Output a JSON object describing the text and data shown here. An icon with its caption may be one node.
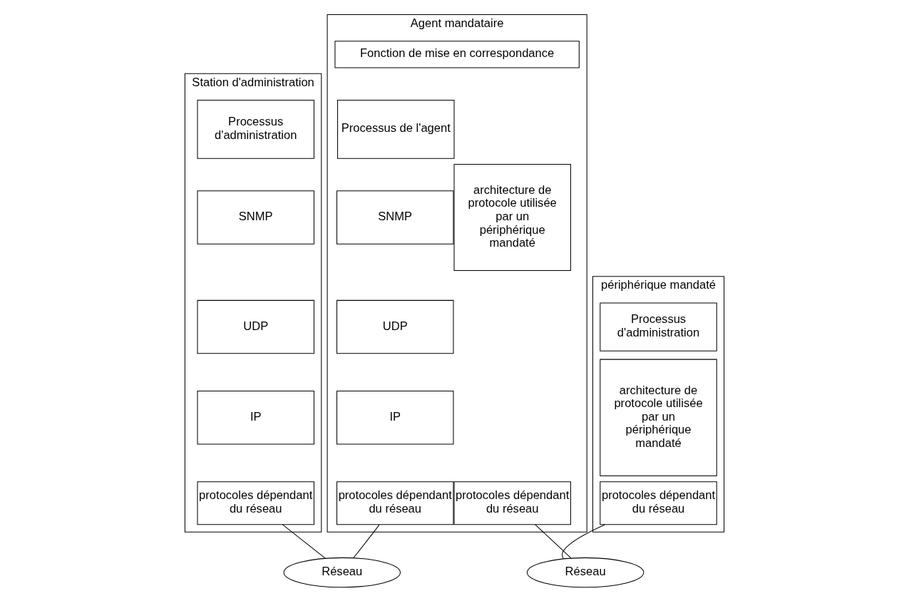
{
  "diagram": {
    "nodes": [
      {
        "text": [
          "Station d'administration"
        ]
      },
      {
        "text": [
          "Processus d'administration"
        ],
        "in": 0
      },
      {
        "text": [
          "SNMP"
        ],
        "in": 0
      },
      {
        "text": [
          "UDP"
        ],
        "in": 0
      },
      {
        "text": [
          "IP"
        ],
        "in": 0
      },
      {
        "text": [
          "protocoles dépendant du réseau"
        ],
        "in": 0
      },
      {
        "text": [
          "Agent mandataire"
        ]
      },
      {
        "text": [
          "Fonction de mise en correspondance"
        ],
        "in": 6
      },
      {
        "text": [
          "Processus de l'agent"
        ],
        "in": 6
      },
      {
        "text": [
          "SNMP"
        ],
        "in": 6
      },
      {
        "text": [
          "UDP"
        ],
        "in": 6
      },
      {
        "text": [
          "IP"
        ],
        "in": 6
      },
      {
        "text": [
          "protocoles dépendant du réseau"
        ],
        "in": 6
      },
      {
        "text": [
          "architecture de protocole utilisée par un périphérique mandaté"
        ],
        "in": 6
      },
      {
        "text": [
          "protocoles dépendant du réseau"
        ],
        "in": 6
      },
      {
        "text": [
          "périphérique mandaté"
        ]
      },
      {
        "text": [
          "Processus d'administration"
        ],
        "in": 15
      },
      {
        "text": [
          "architecture de protocole utilisée par un périphérique mandaté"
        ],
        "in": 15
      },
      {
        "text": [
          "protocoles dépendant du réseau"
        ],
        "in": 15
      },
      {
        "text": [
          "Réseau"
        ]
      },
      {
        "text": [
          "Réseau"
        ]
      }
    ],
    "edges": [
      {
        "from": 5,
        "to": 19,
        "arrow": "none"
      },
      {
        "from": 19,
        "to": 12,
        "arrow": "none"
      },
      {
        "from": 14,
        "to": 20,
        "arrow": "none"
      },
      {
        "from": 20,
        "to": 18,
        "arrow": "none"
      }
    ]
  }
}
